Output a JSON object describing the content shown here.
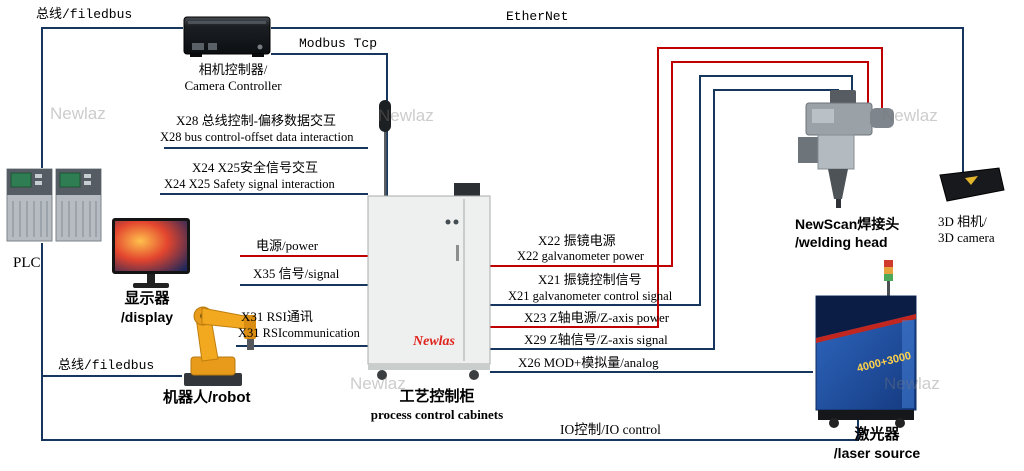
{
  "watermark": {
    "text": "Newlaz"
  },
  "colors": {
    "signal_line": "#17365d",
    "power_line": "#c00000",
    "cabinet_logo_red": "#e0231c",
    "laser_blue": "#1f4fa3"
  },
  "nodes": {
    "plc": {
      "label": "PLC"
    },
    "camera_controller": {
      "label_cn": "相机控制器/",
      "label_en": "Camera Controller"
    },
    "display": {
      "label_cn": "显示器",
      "label_en": "/display"
    },
    "robot": {
      "label": "机器人/robot"
    },
    "cabinet": {
      "label_cn": "工艺控制柜",
      "label_en": "process control cabinets",
      "logo": "Newlas"
    },
    "welding_head": {
      "label_cn": "NewScan焊接头",
      "label_en": "/welding head"
    },
    "camera_3d": {
      "label_cn": "3D 相机/",
      "label_en": "3D camera"
    },
    "laser": {
      "label_cn": "激光器",
      "label_en": "/laser source",
      "side_text": "4000+3000"
    }
  },
  "connections": {
    "fieldbus_top": {
      "label": "总线/filedbus"
    },
    "ethernet": {
      "label": "EtherNet"
    },
    "modbus": {
      "label": "Modbus Tcp"
    },
    "x28": {
      "label_cn": "X28 总线控制-偏移数据交互",
      "label_en": "X28 bus control-offset data interaction"
    },
    "x24": {
      "label_cn": "X24 X25安全信号交互",
      "label_en": "X24 X25 Safety signal interaction"
    },
    "power": {
      "label": "电源/power"
    },
    "x35": {
      "label": "X35 信号/signal"
    },
    "x31": {
      "label_cn": "X31 RSI通讯",
      "label_en": "X31 RSIcommunication"
    },
    "fieldbus_left": {
      "label": "总线/filedbus"
    },
    "x22": {
      "label_cn": "X22 振镜电源",
      "label_en": "X22 galvanometer power"
    },
    "x21": {
      "label_cn": "X21 振镜控制信号",
      "label_en": "X21 galvanometer control signal"
    },
    "x23": {
      "label": "X23 Z轴电源/Z-axis power"
    },
    "x29": {
      "label": "X29 Z轴信号/Z-axis signal"
    },
    "x26": {
      "label": "X26 MOD+模拟量/analog"
    },
    "io": {
      "label": "IO控制/IO control"
    }
  }
}
